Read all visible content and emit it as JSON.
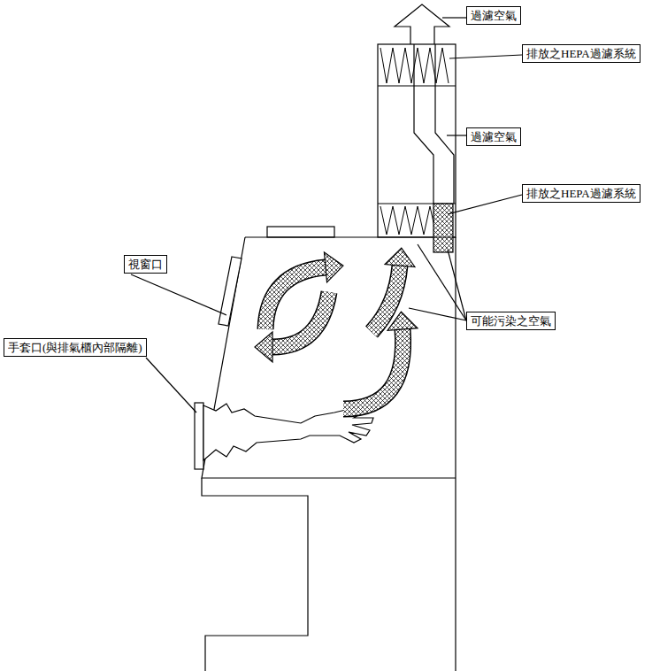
{
  "diagram": {
    "nodes": [
      {
        "text": [
          "過濾空氣"
        ]
      },
      {
        "text": [
          "排放之HEPA過濾系統"
        ]
      },
      {
        "text": [
          "過濾空氣"
        ]
      },
      {
        "text": [
          "排放之HEPA過濾系統"
        ]
      },
      {
        "text": [
          "視窗口"
        ]
      },
      {
        "text": [
          "可能污染之空氣"
        ]
      },
      {
        "text": [
          "手套口(與排氣櫃內部隔離)"
        ]
      }
    ]
  }
}
